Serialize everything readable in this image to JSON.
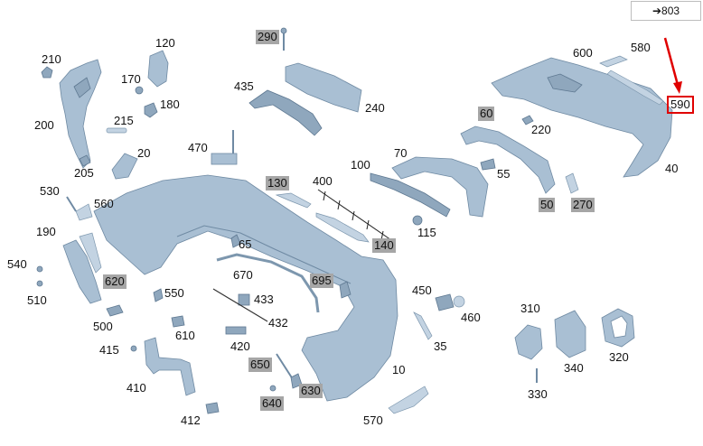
{
  "reference": {
    "arrow": "➔",
    "number": "803"
  },
  "highlight_color": "#e00000",
  "labels": {
    "p10": "10",
    "p20": "20",
    "p35": "35",
    "p40": "40",
    "p50": "50",
    "p55": "55",
    "p60": "60",
    "p65": "65",
    "p70": "70",
    "p100": "100",
    "p115": "115",
    "p120": "120",
    "p130": "130",
    "p140": "140",
    "p170": "170",
    "p180": "180",
    "p190": "190",
    "p200": "200",
    "p205": "205",
    "p210": "210",
    "p215": "215",
    "p220": "220",
    "p240": "240",
    "p270": "270",
    "p290": "290",
    "p310": "310",
    "p320": "320",
    "p330": "330",
    "p340": "340",
    "p400": "400",
    "p410": "410",
    "p412": "412",
    "p415": "415",
    "p420": "420",
    "p432": "432",
    "p433": "433",
    "p435": "435",
    "p450": "450",
    "p460": "460",
    "p470": "470",
    "p500": "500",
    "p510": "510",
    "p530": "530",
    "p540": "540",
    "p550": "550",
    "p560": "560",
    "p570": "570",
    "p580": "580",
    "p590": "590",
    "p600": "600",
    "p610": "610",
    "p620": "620",
    "p630": "630",
    "p640": "640",
    "p650": "650",
    "p670": "670",
    "p695": "695"
  }
}
